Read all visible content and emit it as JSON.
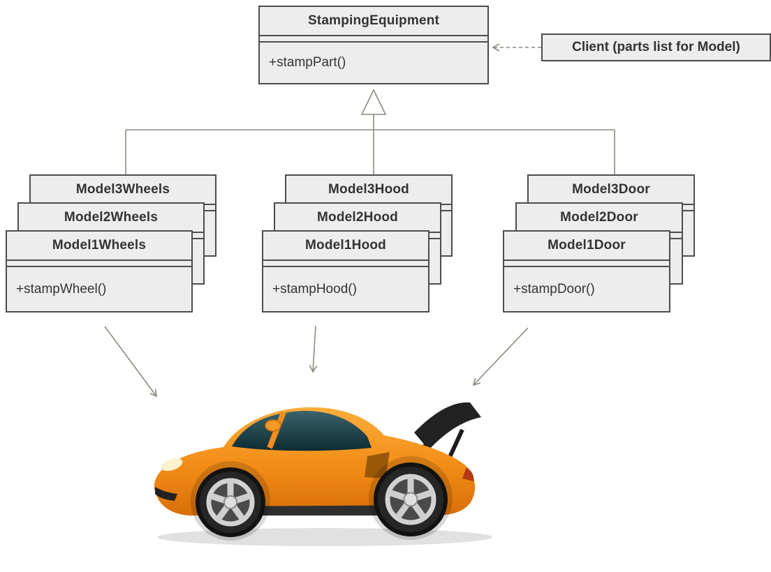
{
  "colors": {
    "box_fill": "#ededed",
    "box_border": "#4d4d4d",
    "connector": "#8a8a7e",
    "text": "#333333",
    "car_orange": "#f28c16"
  },
  "base_class": {
    "name": "StampingEquipment",
    "method": "+stampPart()"
  },
  "client_note": {
    "label": "Client (parts list for Model)"
  },
  "stacks": [
    {
      "back": "Model3Wheels",
      "mid": "Model2Wheels",
      "front": "Model1Wheels",
      "method": "+stampWheel()"
    },
    {
      "back": "Model3Hood",
      "mid": "Model2Hood",
      "front": "Model1Hood",
      "method": "+stampHood()"
    },
    {
      "back": "Model3Door",
      "mid": "Model2Door",
      "front": "Model1Door",
      "method": "+stampDoor()"
    }
  ]
}
